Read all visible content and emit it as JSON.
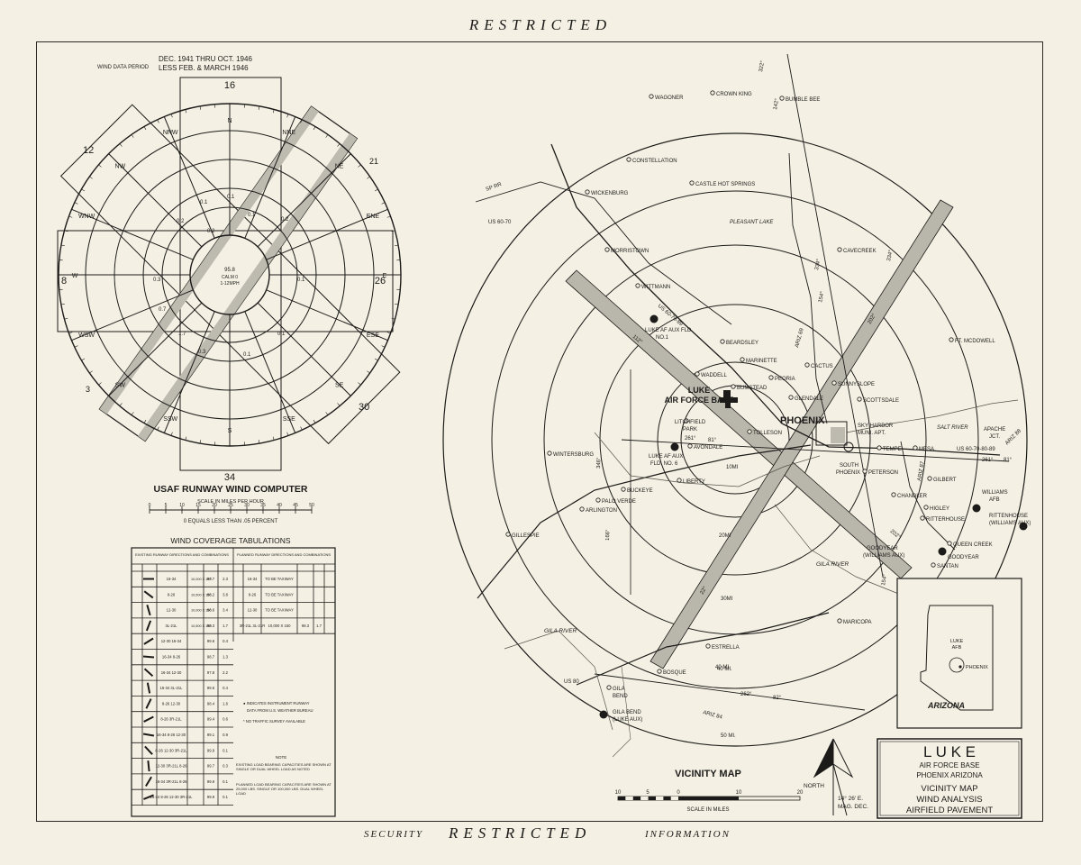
{
  "header": {
    "classification": "RESTRICTED"
  },
  "footer": {
    "left": "SECURITY",
    "center": "RESTRICTED",
    "right": "INFORMATION"
  },
  "wind_computer": {
    "period_label": "WIND DATA PERIOD",
    "period_line1": "DEC. 1941 THRU OCT. 1946",
    "period_line2": "LESS FEB. & MARCH 1946",
    "title": "USAF RUNWAY WIND COMPUTER",
    "scale_label": "SCALE IN MILES PER HOUR",
    "scale_ticks": [
      "0",
      "5",
      "10",
      "15",
      "20",
      "25",
      "30",
      "35",
      "40",
      "45",
      "50"
    ],
    "zero_note": "0 EQUALS LESS THAN .05 PERCENT",
    "center_pct": "95.8",
    "center_calm": "CALM 0",
    "center_mph": "1-12MPH",
    "compass": [
      "N",
      "NNE",
      "NE",
      "ENE",
      "E",
      "ESE",
      "SE",
      "SSE",
      "S",
      "SSW",
      "SW",
      "WSW",
      "W",
      "WNW",
      "NW",
      "NNW"
    ],
    "runway_numbers": {
      "n": "16",
      "s": "34",
      "e": "26",
      "w": "8",
      "nw": "12",
      "se": "30",
      "ne": "21",
      "sw": "3"
    },
    "inner_values": [
      "0.1",
      "0.1",
      "0.1",
      "0.2",
      "0.2",
      "0.3",
      "0.7",
      "1.7",
      "0.3",
      "0.1",
      "0.1",
      "0.1",
      "0.2"
    ]
  },
  "tabulations": {
    "title": "WIND  COVERAGE  TABULATIONS",
    "existing_header": "EXISTING RUNWAY DIRECTIONS AND COMBINATIONS",
    "planned_header": "PLANNED RUNWAY DIRECTIONS AND COMBINATIONS",
    "existing_rows": [
      {
        "dir": "16-34",
        "size": "10,000 X 150",
        "pct": "97.7",
        "x": "2.3"
      },
      {
        "dir": "8-26",
        "size": "10,500 X 150",
        "pct": "96.2",
        "x": "3.8"
      },
      {
        "dir": "12-30",
        "size": "10,000 X 150",
        "pct": "96.6",
        "x": "3.4"
      },
      {
        "dir": "3L-21L",
        "size": "10,500 X 150",
        "pct": "98.3",
        "x": "1.7"
      },
      {
        "dir": "12-30 16-34",
        "size": "",
        "pct": "99.6",
        "x": "0.4"
      },
      {
        "dir": "16-34 8-26",
        "size": "",
        "pct": "98.7",
        "x": "1.3"
      },
      {
        "dir": "16-34 12-30",
        "size": "",
        "pct": "97.8",
        "x": "2.2"
      },
      {
        "dir": "16-34 3L-21L",
        "size": "",
        "pct": "99.6",
        "x": "0.4"
      },
      {
        "dir": "8-26 12-30",
        "size": "",
        "pct": "98.4",
        "x": "1.6"
      },
      {
        "dir": "8-26 3R-21L",
        "size": "",
        "pct": "99.4",
        "x": "0.6"
      },
      {
        "dir": "16-34 8-26 12-30",
        "size": "",
        "pct": "99.1",
        "x": "0.9"
      },
      {
        "dir": "8-26 12-30 3R-21L",
        "size": "",
        "pct": "99.9",
        "x": "0.1"
      },
      {
        "dir": "12-30 3R-21L 8-26",
        "size": "",
        "pct": "99.7",
        "x": "0.3"
      },
      {
        "dir": "16-34 3R-21L 8-26",
        "size": "",
        "pct": "99.9",
        "x": "0.1"
      },
      {
        "dir": "16-34 8-26 12-30 3R-21L",
        "size": "",
        "pct": "99.9",
        "x": "0.1"
      }
    ],
    "planned_rows": [
      {
        "dir": "16-34",
        "note": "TO BE TAXIWAY"
      },
      {
        "dir": "8-26",
        "note": "TO BE TAXIWAY"
      },
      {
        "dir": "12-30",
        "note": "TO BE TAXIWAY"
      },
      {
        "dir": "3R-21L 3L-21R",
        "note": "10,000 X 150",
        "pct": "98.3",
        "x": "1.7"
      }
    ],
    "legend_instrument": "● INDICATES INSTRUMENT RUNWAY",
    "legend_data": "DATA FROM U.S. WEATHER BUREAU",
    "legend_traffic": "* NO TRAFFIC SURVEY AVAILABLE",
    "note_title": "NOTE",
    "note_existing": "EXISTING LOAD BEARING CAPACITIES ARE SHOWN AT SINGLE OR DUAL WHEEL LOAD AS NOTED",
    "note_planned": "PLANNED LOAD BEARING CAPACITIES ARE SHOWN AT 25,000 LBS. SINGLE OR 100,000 LBS. DUAL WHEEL LOAD"
  },
  "vicinity": {
    "title": "VICINITY  MAP",
    "scale_label": "SCALE IN MILES",
    "scale_ticks": [
      "10",
      "5",
      "0",
      "10",
      "20"
    ],
    "ring_labels": [
      "10MI",
      "20MI",
      "30MI",
      "40 MI.",
      "50 MI."
    ],
    "north_label": "NORTH",
    "declination_line1": "14° 26' E.",
    "declination_line2": "MAG. DEC.",
    "places": {
      "wagoner": "WAGONER",
      "crown_king": "CROWN KING",
      "bumble_bee": "BUMBLE BEE",
      "constellation": "CONSTELLATION",
      "castle": "CASTLE HOT SPRINGS",
      "wickenburg": "WICKENBURG",
      "pleasant_lake": "PLEASANT LAKE",
      "morristown": "MORRISTOWN",
      "cavecreek": "CAVECREEK",
      "wittmann": "WITTMANN",
      "aux1a": "LUKE AF AUX FLD",
      "aux1b": "NO.1",
      "beardsley": "BEARDSLEY",
      "marinette": "MARINETTE",
      "peoria": "PEORIA",
      "waddell": "WADDELL",
      "cactus": "CACTUS",
      "sunnyslope": "SUNNYSLOPE",
      "mcdowell": "FT. MCDOWELL",
      "luke1": "LUKE",
      "luke2": "AIR FORCE BASE",
      "bumstead": "BUMSTEAD",
      "glendale": "GLENDALE",
      "scottsdale": "SCOTTSDALE",
      "phoenix": "PHOENIX",
      "litchfield1": "LITCHFIELD",
      "litchfield2": "PARK",
      "tolleson": "TOLLESON",
      "sky_harbor1": "SKY HARBOR",
      "sky_harbor2": "MUNI. APT.",
      "salt_river": "SALT RIVER",
      "apache1": "APACHE",
      "apache2": "JCT.",
      "wintersburg": "WINTERSBURG",
      "avondale": "AVONDALE",
      "aux6a": "LUKE AF AUX",
      "aux6b": "FLD. NO. 6",
      "tempe": "TEMPE",
      "mesa": "MESA",
      "south_phoenix1": "SOUTH",
      "south_phoenix2": "PHOENIX",
      "peterson": "PETERSON",
      "gilbert": "GILBERT",
      "williams1": "WILLIAMS",
      "williams2": "AFB",
      "buckeye": "BUCKEYE",
      "liberty": "LIBERTY",
      "palo_verde": "PALO VERDE",
      "arlington": "ARLINGTON",
      "chandler": "CHANDLER",
      "higley": "HIGLEY",
      "ritterhouse": "RITTERHOUSE",
      "ritterhouse_aux1": "RITTENHOUSE",
      "ritterhouse_aux2": "(WILLIAMS AUX)",
      "gillespie": "GILLESPIE",
      "goodyear": "GOODYEAR",
      "goodyear_aux1": "GOODYEAR",
      "goodyear_aux2": "(WILLIAMS AUX)",
      "queen_creek": "QUEEN CREEK",
      "santan": "SANTAN",
      "maricopa": "MARICOPA",
      "estrella1": "ESTRELLA",
      "estrella2": "40 MI.",
      "bosque": "BOSQUE",
      "gila_bend": "GILA",
      "gila_bend2": "BEND",
      "gila_aux1": "GILA BEND",
      "gila_aux2": "(LUKE AUX)",
      "gila_river": "GILA RIVER",
      "gila_river2": "GILA RIVER"
    },
    "routes": {
      "sp_rr": "SP RR",
      "us_60_70": "US 60-70",
      "us_60_70_89": "US 60-70-89",
      "us_80": "US 80",
      "us_60_70_80_89": "US 60-70-80-89",
      "ariz_69": "ARIZ 69",
      "ariz_87": "ARIZ 87",
      "ariz_88": "ARIZ 88",
      "ariz_84": "ARIZ 84"
    },
    "bearings": {
      "b1": "322°",
      "b2": "142°",
      "b3": "334°",
      "b4": "154°",
      "b5": "112°",
      "b6": "202°",
      "b7": "261°",
      "b8": "81°",
      "b9": "261°",
      "b10": "81°",
      "b11": "346°",
      "b12": "166°",
      "b13": "22°",
      "b14": "202°",
      "b15": "262°",
      "b16": "82°",
      "b17": "154°",
      "b18": "334°"
    }
  },
  "inset": {
    "label": "ARIZONA",
    "city": "PHOENIX",
    "base1": "LUKE",
    "base2": "AFB"
  },
  "title_block": {
    "name": "L U K E",
    "sub1": "AIR  FORCE  BASE",
    "sub2": "PHOENIX      ARIZONA",
    "line1": "VICINITY  MAP",
    "line2": "WIND  ANALYSIS",
    "line3": "AIRFIELD  PAVEMENT"
  }
}
